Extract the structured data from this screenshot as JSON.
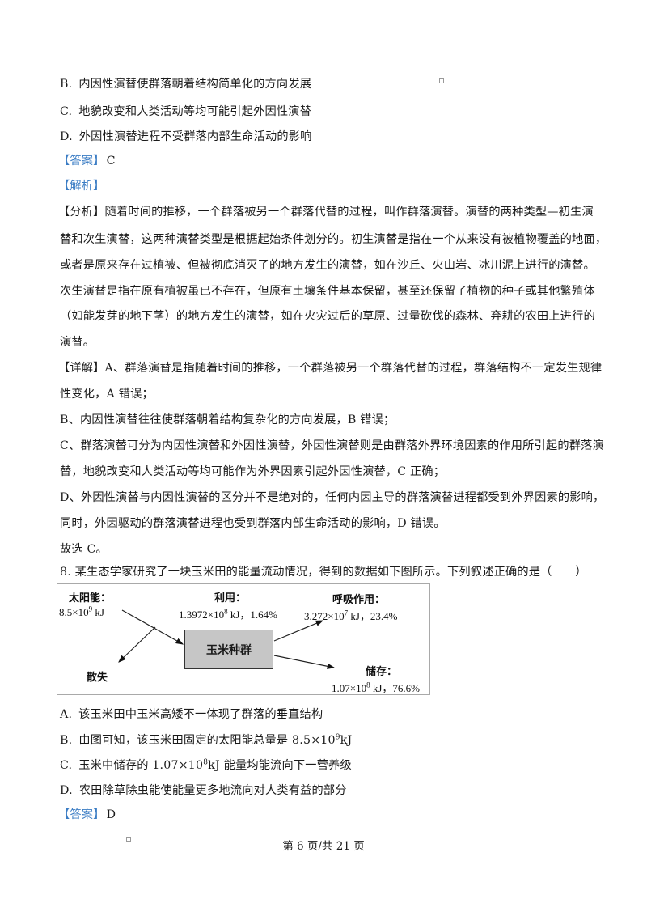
{
  "prev_question": {
    "options": [
      {
        "label": "B.",
        "text": "内因性演替使群落朝着结构简单化的方向发展"
      },
      {
        "label": "C.",
        "text": "地貌改变和人类活动等均可能引起外因性演替"
      },
      {
        "label": "D.",
        "text": "外因性演替进程不受群落内部生命活动的影响"
      }
    ],
    "answer_tag": "【答案】",
    "answer_value": "C",
    "analysis_tag": "【解析】",
    "analysis": {
      "lines": [
        "【分析】随着时间的推移，一个群落被另一个群落代替的过程，叫作群落演替。演替的两种类型—初生演",
        "替和次生演替，这两种演替类型是根据起始条件划分的。初生演替是指在一个从来没有被植物覆盖的地面，",
        "或者是原来存在过植被、但被彻底消灭了的地方发生的演替，如在沙丘、火山岩、冰川泥上进行的演替。",
        "次生演替是指在原有植被虽已不存在，但原有土壤条件基本保留，甚至还保留了植物的种子或其他繁殖体",
        "（如能发芽的地下茎）的地方发生的演替，如在火灾过后的草原、过量砍伐的森林、弃耕的农田上进行的",
        "演替。"
      ]
    },
    "detail": {
      "lines": [
        "【详解】A、群落演替是指随着时间的推移，一个群落被另一个群落代替的过程，群落结构不一定发生规律",
        "性变化，A 错误；",
        "B、内因性演替往往使群落朝着结构复杂化的方向发展，B 错误；",
        "C、群落演替可分为内因性演替和外因性演替，外因性演替则是由群落外界环境因素的作用所引起的群落演",
        "替，地貌改变和人类活动等均可能作为外界因素引起外因性演替，C 正确；",
        "D、外因性演替与内因性演替的区分并不是绝对的，任何内因主导的群落演替进程都受到外界因素的影响，",
        "同时，外因驱动的群落演替进程也受到群落内部生命活动的影响，D 错误。",
        "故选 C。"
      ]
    }
  },
  "question8": {
    "stem": "8. 某生态学家研究了一块玉米田的能量流动情况，得到的数据如下图所示。下列叙述正确的是（　　）",
    "diagram": {
      "sun_label": "太阳能：",
      "sun_value_base": "8.5×10",
      "sun_value_exp": "9",
      "sun_value_unit": " kJ",
      "used_label": "利用：",
      "used_value_base": "1.3972×10",
      "used_value_exp": "8",
      "used_value_unit": " kJ，1.64%",
      "loss_label": "散失",
      "box_label": "玉米种群",
      "resp_label": "呼吸作用：",
      "resp_value_base": "3.272×10",
      "resp_value_exp": "7",
      "resp_value_unit": " kJ，23.4%",
      "store_label": "储存：",
      "store_value_base": "1.07×10",
      "store_value_exp": "8",
      "store_value_unit": " kJ，76.6%"
    },
    "options": [
      {
        "label": "A.",
        "text": "该玉米田中玉米高矮不一体现了群落的垂直结构"
      },
      {
        "label": "B.",
        "text_pre": "由图可知，该玉米田固定的太阳能总量是 8.5×10",
        "exp": "9",
        "text_post": "kJ"
      },
      {
        "label": "C.",
        "text_pre": "玉米中储存的 1.07×10",
        "exp": "8",
        "text_post": "kJ 能量均能流向下一营养级"
      },
      {
        "label": "D.",
        "text": "农田除草除虫能使能量更多地流向对人类有益的部分"
      }
    ],
    "answer_tag": "【答案】",
    "answer_value": "D"
  },
  "footer": {
    "page_text": "第 6 页/共 21 页"
  }
}
